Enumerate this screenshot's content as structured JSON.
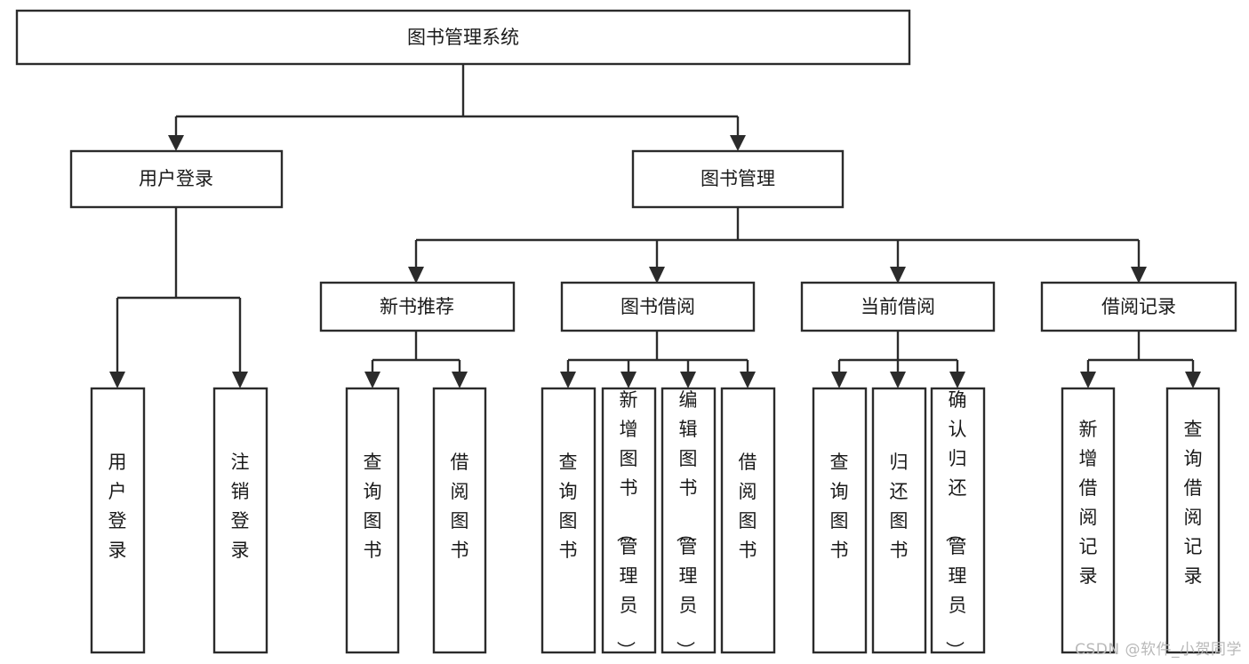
{
  "diagram": {
    "type": "tree-hierarchy-chart",
    "title": "图书管理系统",
    "watermark": "CSDN @软件_小贺同学",
    "colors": {
      "stroke": "#2b2b2b",
      "box_fill": "#ffffff",
      "text": "#1a1a1a",
      "background": "#ffffff",
      "watermark": "#b9b9b9"
    },
    "levels": {
      "root": "图书管理系统",
      "level2": [
        "用户登录",
        "图书管理"
      ],
      "level3": [
        "新书推荐",
        "图书借阅",
        "当前借阅",
        "借阅记录"
      ]
    },
    "nodes": {
      "root": {
        "label": "图书管理系统",
        "orientation": "horizontal"
      },
      "user_login": {
        "label": "用户登录",
        "orientation": "horizontal"
      },
      "book_manage": {
        "label": "图书管理",
        "orientation": "horizontal"
      },
      "new_book_rec": {
        "label": "新书推荐",
        "orientation": "horizontal"
      },
      "book_borrow": {
        "label": "图书借阅",
        "orientation": "horizontal"
      },
      "current_borrow": {
        "label": "当前借阅",
        "orientation": "horizontal"
      },
      "borrow_record": {
        "label": "借阅记录",
        "orientation": "horizontal"
      },
      "leaf_user_login": {
        "label": "用户登录",
        "orientation": "vertical"
      },
      "leaf_logout": {
        "label": "注销登录",
        "orientation": "vertical"
      },
      "leaf_query_book_1": {
        "label": "查询图书",
        "orientation": "vertical"
      },
      "leaf_borrow_book_1": {
        "label": "借阅图书",
        "orientation": "vertical"
      },
      "leaf_query_book_2": {
        "label": "查询图书",
        "orientation": "vertical"
      },
      "leaf_add_book": {
        "label": "新增图书（管理员）",
        "orientation": "vertical"
      },
      "leaf_edit_book": {
        "label": "编辑图书（管理员）",
        "orientation": "vertical"
      },
      "leaf_borrow_book_2": {
        "label": "借阅图书",
        "orientation": "vertical"
      },
      "leaf_query_book_3": {
        "label": "查询图书",
        "orientation": "vertical"
      },
      "leaf_return_book": {
        "label": "归还图书",
        "orientation": "vertical"
      },
      "leaf_confirm_return": {
        "label": "确认归还（管理员）",
        "orientation": "vertical"
      },
      "leaf_add_record": {
        "label": "新增借阅记录",
        "orientation": "vertical"
      },
      "leaf_query_record": {
        "label": "查询借阅记录",
        "orientation": "vertical"
      }
    },
    "edges": [
      {
        "from": "图书管理系统",
        "to": "用户登录"
      },
      {
        "from": "图书管理系统",
        "to": "图书管理"
      },
      {
        "from": "用户登录",
        "to": "用户登录"
      },
      {
        "from": "用户登录",
        "to": "注销登录"
      },
      {
        "from": "图书管理",
        "to": "新书推荐"
      },
      {
        "from": "图书管理",
        "to": "图书借阅"
      },
      {
        "from": "图书管理",
        "to": "当前借阅"
      },
      {
        "from": "图书管理",
        "to": "借阅记录"
      },
      {
        "from": "新书推荐",
        "to": "查询图书"
      },
      {
        "from": "新书推荐",
        "to": "借阅图书"
      },
      {
        "from": "图书借阅",
        "to": "查询图书"
      },
      {
        "from": "图书借阅",
        "to": "新增图书（管理员）"
      },
      {
        "from": "图书借阅",
        "to": "编辑图书（管理员）"
      },
      {
        "from": "图书借阅",
        "to": "借阅图书"
      },
      {
        "from": "当前借阅",
        "to": "查询图书"
      },
      {
        "from": "当前借阅",
        "to": "归还图书"
      },
      {
        "from": "当前借阅",
        "to": "确认归还（管理员）"
      },
      {
        "from": "借阅记录",
        "to": "新增借阅记录"
      },
      {
        "from": "借阅记录",
        "to": "查询借阅记录"
      }
    ]
  }
}
